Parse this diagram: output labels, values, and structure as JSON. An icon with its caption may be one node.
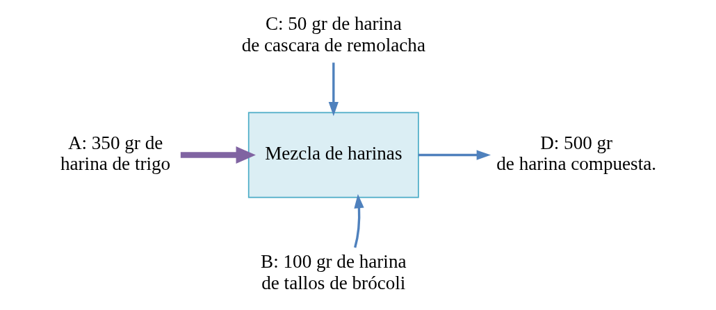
{
  "diagram": {
    "nodes": [
      {
        "text": [
          "C: 50 gr de harina de cascara de remolacha"
        ]
      },
      {
        "text": [
          "A: 350 gr de harina de trigo"
        ]
      },
      {
        "text": [
          "Mezcla de harinas"
        ]
      },
      {
        "text": [
          "D: 500 gr de harina compuesta."
        ]
      },
      {
        "text": [
          "B: 100 gr de harina de tallos de brócoli"
        ]
      }
    ],
    "edges": [
      {
        "from": 1,
        "to": 2,
        "arrow": "to",
        "style": "thick",
        "color": "#8064a2"
      },
      {
        "from": 0,
        "to": 2,
        "arrow": "to"
      },
      {
        "from": 4,
        "to": 2,
        "arrow": "to"
      },
      {
        "from": 2,
        "to": 3,
        "arrow": "to"
      }
    ]
  }
}
